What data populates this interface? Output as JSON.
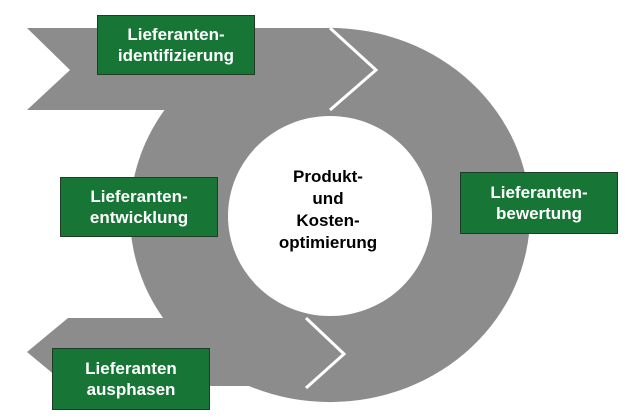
{
  "colors": {
    "arrow_gray": "#8c8c8c",
    "box_green": "#177636",
    "box_border": "#1e3d24",
    "background": "#ffffff"
  },
  "center": {
    "lines": [
      "Produkt-",
      "und",
      "Kosten-",
      "optimierung"
    ]
  },
  "stages": {
    "identification": {
      "lines": [
        "Lieferanten-",
        "identifizierung"
      ]
    },
    "evaluation": {
      "lines": [
        "Lieferanten-",
        "bewertung"
      ]
    },
    "development": {
      "lines": [
        "Lieferanten-",
        "entwicklung"
      ]
    },
    "phase_out": {
      "lines": [
        "Lieferanten",
        "ausphasen"
      ]
    }
  }
}
